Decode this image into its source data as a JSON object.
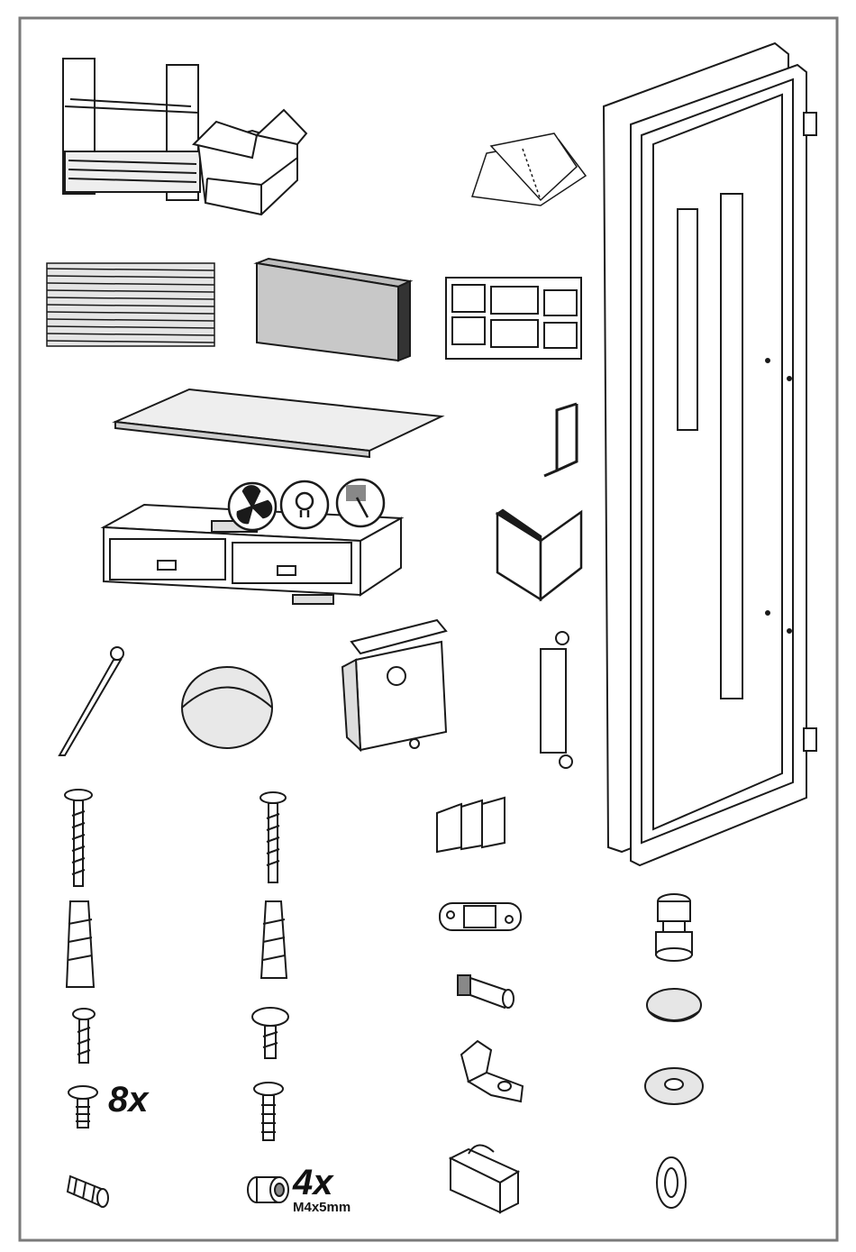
{
  "sheet": {
    "title": "",
    "quantities": {
      "screw_m_qty": "8x",
      "screw_m4_qty": "4x",
      "screw_m4_spec": "M4x5mm"
    }
  },
  "parts": [
    "cabinet-with-box",
    "instruction-leaflet",
    "glass-door-frame",
    "grille",
    "filter-block",
    "filter-grid",
    "glass-shelf",
    "u-bracket",
    "hood-unit",
    "fan-icon",
    "light-icon",
    "touch-icon",
    "corner-profile",
    "cable-tie",
    "cap",
    "junction-box",
    "mounting-strap",
    "wood-screw-long",
    "wood-screw-medium",
    "clip-strip",
    "wall-plug-large",
    "wall-plug-small",
    "hinge-slider",
    "spacer-bushing",
    "pin",
    "cover-plug",
    "self-tapping-screw",
    "torx-screw",
    "angle-bracket",
    "washer",
    "countersunk-screw-m",
    "countersunk-screw-m4",
    "threaded-sleeve",
    "threaded-insert",
    "u-clip",
    "oval-grommet"
  ],
  "colors": {
    "border": "#7a7a7a",
    "line": "#1a1a1a",
    "shade": "#d9d9d9",
    "dark": "#333333"
  }
}
